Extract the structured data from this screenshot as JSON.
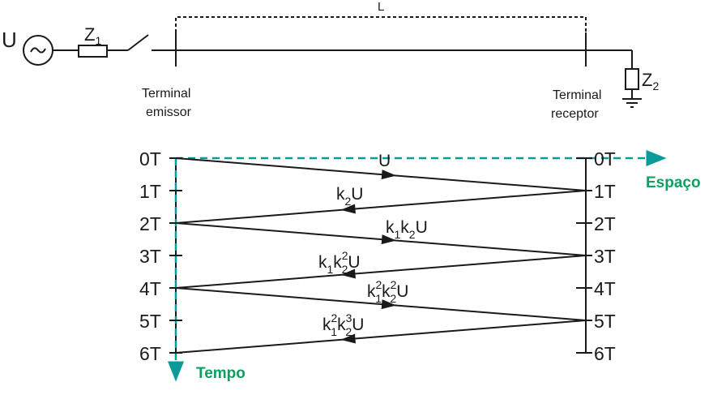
{
  "circuit": {
    "source_label": "U",
    "z1_label": {
      "main": "Z",
      "sub": "1"
    },
    "z2_label": {
      "main": "Z",
      "sub": "2"
    },
    "length_label": "L",
    "emitter_label": [
      "Terminal",
      "emissor"
    ],
    "receiver_label": [
      "Terminal",
      "receptor"
    ]
  },
  "lattice": {
    "time_ticks": [
      "0T",
      "1T",
      "2T",
      "3T",
      "4T",
      "5T",
      "6T"
    ],
    "space_axis_label": "Espaço",
    "time_axis_label": "Tempo",
    "wave_labels": [
      [
        {
          "t": "U"
        }
      ],
      [
        {
          "t": "k"
        },
        {
          "sub": "2"
        },
        {
          "t": "U"
        }
      ],
      [
        {
          "t": "k"
        },
        {
          "sub": "1"
        },
        {
          "t": "k"
        },
        {
          "sub": "2"
        },
        {
          "t": "U"
        }
      ],
      [
        {
          "t": "k"
        },
        {
          "sub": "1"
        },
        {
          "t": "k"
        },
        {
          "sup": "2"
        },
        {
          "sub": "2"
        },
        {
          "t": "U"
        }
      ],
      [
        {
          "t": "k"
        },
        {
          "sup": "2"
        },
        {
          "sub": "1"
        },
        {
          "t": "k"
        },
        {
          "sup": "2"
        },
        {
          "sub": "2"
        },
        {
          "t": "U"
        }
      ],
      [
        {
          "t": "k"
        },
        {
          "sup": "2"
        },
        {
          "sub": "1"
        },
        {
          "t": "k"
        },
        {
          "sup": "3"
        },
        {
          "sub": "2"
        },
        {
          "t": "U"
        }
      ]
    ],
    "colors": {
      "axis": "#0a9a9a",
      "axis_label": "#0aa060",
      "line": "#1a1a1a"
    }
  }
}
